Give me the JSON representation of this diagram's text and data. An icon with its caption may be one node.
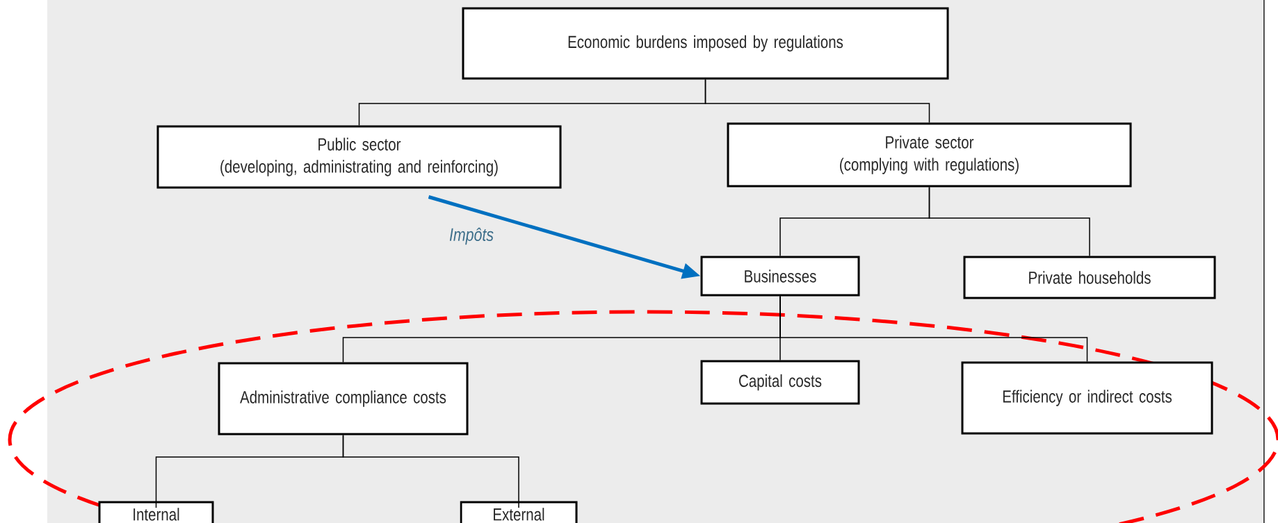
{
  "diagram": {
    "nodes": [
      {
        "text": [
          "Economic burdens imposed by regulations"
        ]
      },
      {
        "text": [
          "Public sector",
          "(developing, administrating and reinforcing)"
        ]
      },
      {
        "text": [
          "Private sector",
          "(complying with regulations)"
        ]
      },
      {
        "text": [
          "Businesses"
        ]
      },
      {
        "text": [
          "Private households"
        ]
      },
      {
        "text": [
          "Administrative compliance costs"
        ]
      },
      {
        "text": [
          "Capital costs"
        ]
      },
      {
        "text": [
          "Efficiency or indirect costs"
        ]
      },
      {
        "text": [
          "Internal"
        ]
      },
      {
        "text": [
          "External"
        ]
      }
    ],
    "edges": [
      {
        "from": 0,
        "to": 1,
        "arrow": "none"
      },
      {
        "from": 0,
        "to": 2,
        "arrow": "none"
      },
      {
        "from": 2,
        "to": 3,
        "arrow": "none"
      },
      {
        "from": 2,
        "to": 4,
        "arrow": "none"
      },
      {
        "from": 3,
        "to": 5,
        "arrow": "none"
      },
      {
        "from": 3,
        "to": 6,
        "arrow": "none"
      },
      {
        "from": 3,
        "to": 7,
        "arrow": "none"
      },
      {
        "from": 5,
        "to": 8,
        "arrow": "none"
      },
      {
        "from": 5,
        "to": 9,
        "arrow": "none"
      },
      {
        "from": 1,
        "to": 3,
        "arrow": "to",
        "label": "Impôts",
        "style": "thick",
        "color": "#0070c0"
      }
    ]
  }
}
